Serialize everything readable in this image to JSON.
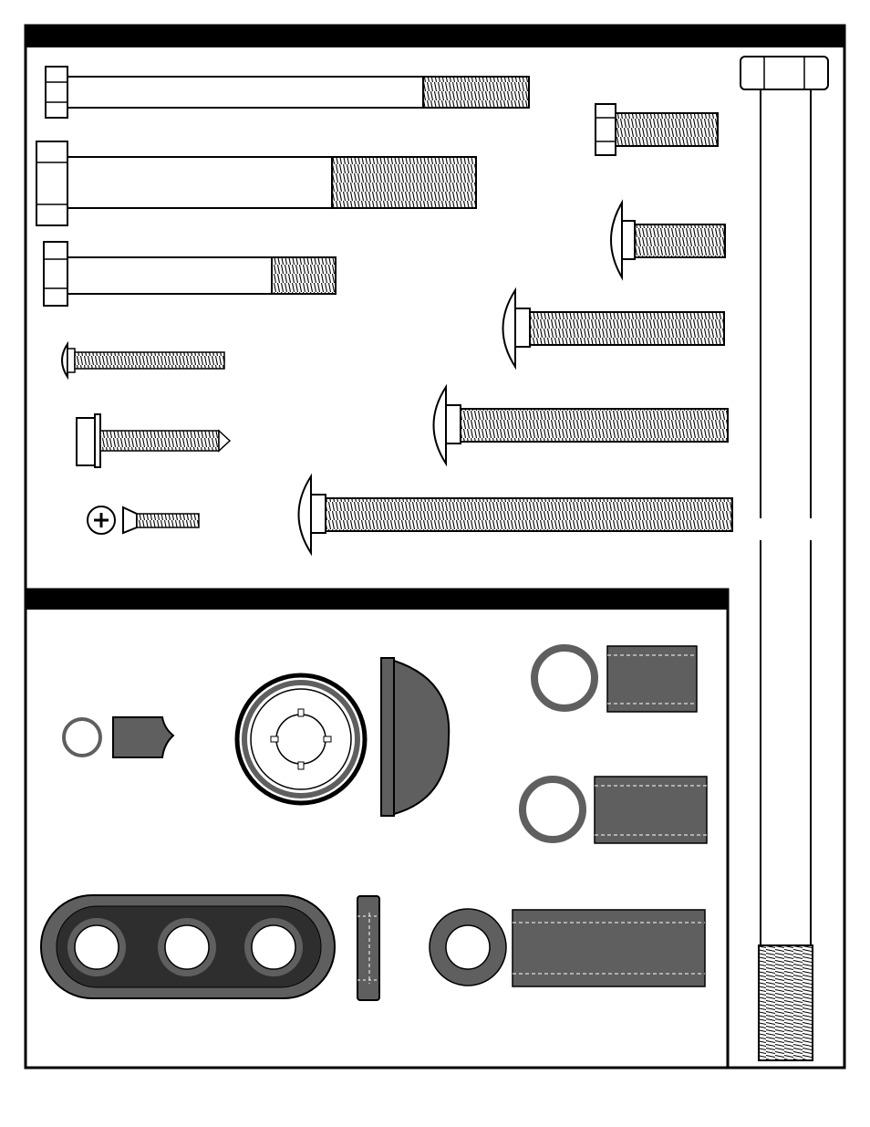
{
  "page": {
    "background": "#ffffff",
    "sections": [
      {
        "id": "hardware",
        "header_text": ""
      },
      {
        "id": "plastic-parts",
        "header_text": ""
      }
    ]
  },
  "colors": {
    "ink": "#000000",
    "part_fill": "#5f5f5f",
    "part_dark": "#3c3c3c",
    "bolt_fill": "#ffffff"
  },
  "hardware": {
    "hex_bolts": [
      {
        "name": "long-hex-bolt",
        "icon": "hex-bolt-icon"
      },
      {
        "name": "large-hex-bolt",
        "icon": "hex-bolt-icon"
      },
      {
        "name": "medium-hex-bolt",
        "icon": "hex-bolt-icon"
      },
      {
        "name": "short-hex-bolt",
        "icon": "hex-bolt-icon"
      },
      {
        "name": "extra-long-hex-bolt",
        "icon": "hex-bolt-icon"
      }
    ],
    "carriage_bolts": [
      {
        "name": "carriage-bolt-1",
        "icon": "carriage-bolt-icon"
      },
      {
        "name": "carriage-bolt-2",
        "icon": "carriage-bolt-icon"
      },
      {
        "name": "carriage-bolt-3",
        "icon": "carriage-bolt-icon"
      },
      {
        "name": "carriage-bolt-4",
        "icon": "carriage-bolt-icon"
      }
    ],
    "screws": [
      {
        "name": "pan-head-screw",
        "icon": "screw-icon"
      },
      {
        "name": "hex-washer-head-lag-screw",
        "icon": "lag-screw-icon"
      },
      {
        "name": "phillips-flat-head-screw",
        "icon": "phillips-screw-icon"
      }
    ]
  },
  "plastic_parts": [
    {
      "name": "small-cap",
      "icon": "cap-icon"
    },
    {
      "name": "swing-hanger-bushing",
      "icon": "bushing-icon"
    },
    {
      "name": "dome-cap",
      "icon": "dome-cap-icon"
    },
    {
      "name": "spacer-small",
      "icon": "spacer-icon"
    },
    {
      "name": "spacer-medium",
      "icon": "spacer-icon"
    },
    {
      "name": "triple-hole-bracket",
      "icon": "bracket-icon"
    },
    {
      "name": "bracket-side",
      "icon": "bracket-side-icon"
    },
    {
      "name": "spacer-large",
      "icon": "spacer-icon"
    }
  ]
}
